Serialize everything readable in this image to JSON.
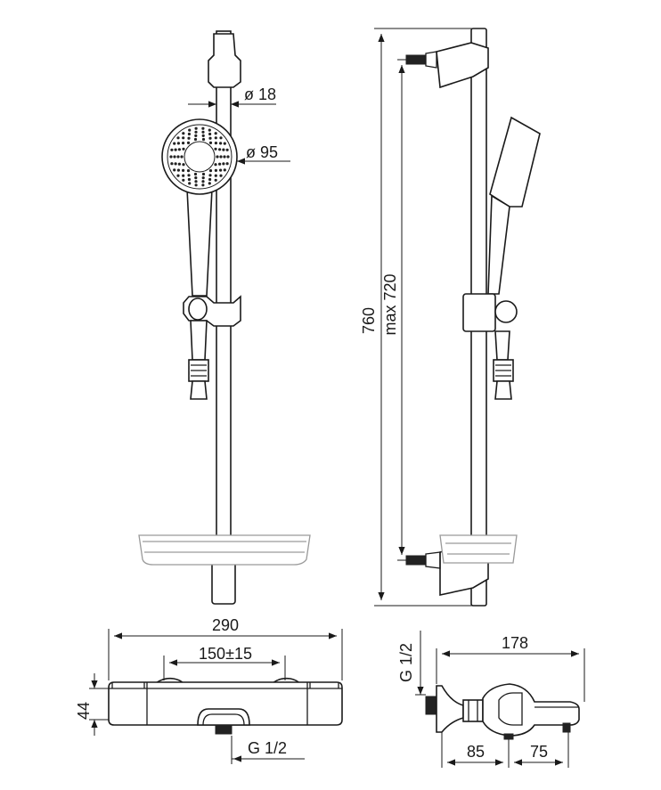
{
  "dimensions": {
    "rail_diameter": "ø 18",
    "head_diameter": "ø 95",
    "total_height": "760",
    "max_height": "max 720",
    "mixer_width": "290",
    "center_distance": "150±15",
    "mixer_height": "44",
    "outlet_thread": "G 1/2",
    "inlet_thread": "G 1/2",
    "side_depth": "178",
    "side_depth_a": "85",
    "side_depth_b": "75"
  }
}
